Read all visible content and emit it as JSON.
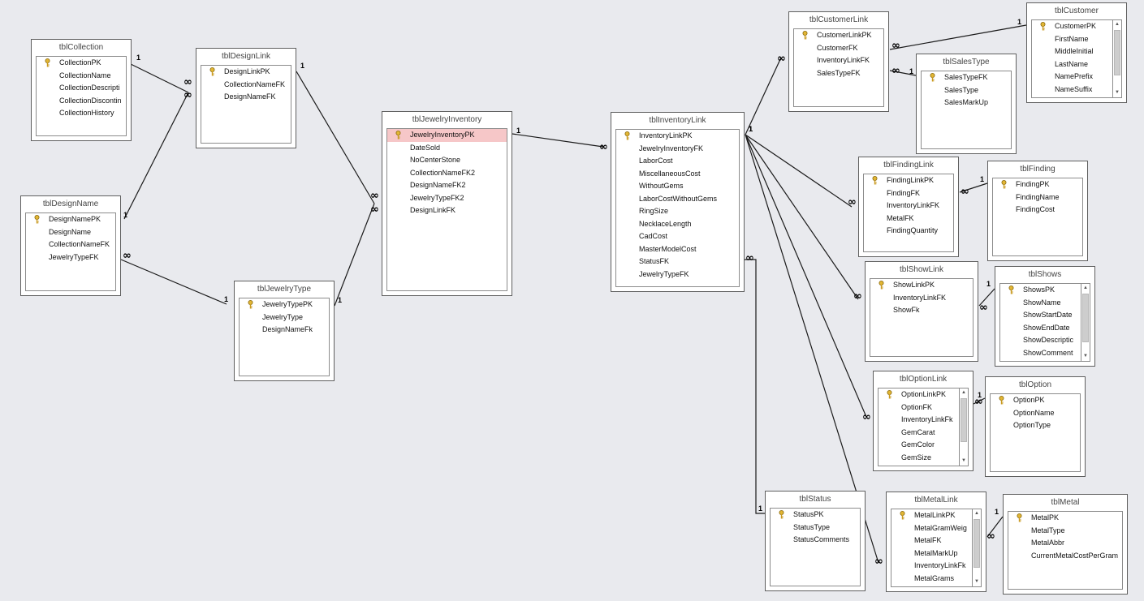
{
  "diagram": {
    "tables": [
      {
        "id": "tblCollection",
        "name": "tblCollection",
        "fields": [
          "CollectionPK",
          "CollectionName",
          "CollectionDescripti",
          "CollectionDiscontin",
          "CollectionHistory"
        ],
        "pk": [
          0
        ],
        "scroll": null
      },
      {
        "id": "tblDesignLink",
        "name": "tblDesignLink",
        "fields": [
          "DesignLinkPK",
          "CollectionNameFK",
          "DesignNameFK"
        ],
        "pk": [
          0
        ],
        "scroll": null
      },
      {
        "id": "tblDesignName",
        "name": "tblDesignName",
        "fields": [
          "DesignNamePK",
          "DesignName",
          "CollectionNameFK",
          "JewelryTypeFK"
        ],
        "pk": [
          0
        ],
        "scroll": null
      },
      {
        "id": "tblJewelryType",
        "name": "tblJewelryType",
        "fields": [
          "JewelryTypePK",
          "JewelryType",
          "DesignNameFk"
        ],
        "pk": [
          0
        ],
        "scroll": null
      },
      {
        "id": "tblJewelryInventory",
        "name": "tblJewelryInventory",
        "fields": [
          "JewelryInventoryPK",
          "DateSold",
          "NoCenterStone",
          "CollectionNameFK2",
          "DesignNameFK2",
          "JewelryTypeFK2",
          "DesignLinkFK"
        ],
        "pk": [
          0
        ],
        "selected": 0,
        "scroll": null
      },
      {
        "id": "tblInventoryLink",
        "name": "tblInventoryLink",
        "fields": [
          "InventoryLinkPK",
          "JewelryInventoryFK",
          "LaborCost",
          "MiscellaneousCost",
          "WithoutGems",
          "LaborCostWithoutGems",
          "RingSize",
          "NecklaceLength",
          "CadCost",
          "MasterModelCost",
          "StatusFK",
          "JewelryTypeFK"
        ],
        "pk": [
          0
        ],
        "scroll": null
      },
      {
        "id": "tblCustomerLink",
        "name": "tblCustomerLink",
        "fields": [
          "CustomerLinkPK",
          "CustomerFK",
          "InventoryLinkFK",
          "SalesTypeFK"
        ],
        "pk": [
          0
        ],
        "scroll": null
      },
      {
        "id": "tblCustomer",
        "name": "tblCustomer",
        "fields": [
          "CustomerPK",
          "FirstName",
          "MiddleInitial",
          "LastName",
          "NamePrefix",
          "NameSuffix"
        ],
        "pk": [
          0
        ],
        "scroll": {
          "pos": 0,
          "size": 0.75
        }
      },
      {
        "id": "tblSalesType",
        "name": "tblSalesType",
        "fields": [
          "SalesTypeFK",
          "SalesType",
          "SalesMarkUp"
        ],
        "pk": [
          0
        ],
        "scroll": null
      },
      {
        "id": "tblFindingLink",
        "name": "tblFindingLink",
        "fields": [
          "FindingLinkPK",
          "FindingFK",
          "InventoryLinkFK",
          "MetalFK",
          "FindingQuantity"
        ],
        "pk": [
          0
        ],
        "scroll": null
      },
      {
        "id": "tblFinding",
        "name": "tblFinding",
        "fields": [
          "FindingPK",
          "FindingName",
          "FindingCost"
        ],
        "pk": [
          0
        ],
        "scroll": null
      },
      {
        "id": "tblShowLink",
        "name": "tblShowLink",
        "fields": [
          "ShowLinkPK",
          "InventoryLinkFK",
          "ShowFk"
        ],
        "pk": [
          0
        ],
        "scroll": null
      },
      {
        "id": "tblShows",
        "name": "tblShows",
        "fields": [
          "ShowsPK",
          "ShowName",
          "ShowStartDate",
          "ShowEndDate",
          "ShowDescriptic",
          "ShowComment"
        ],
        "pk": [
          0
        ],
        "scroll": {
          "pos": 0,
          "size": 0.8
        }
      },
      {
        "id": "tblOptionLink",
        "name": "tblOptionLink",
        "fields": [
          "OptionLinkPK",
          "OptionFK",
          "InventoryLinkFk",
          "GemCarat",
          "GemColor",
          "GemSize"
        ],
        "pk": [
          0
        ],
        "scroll": {
          "pos": 0,
          "size": 0.72
        }
      },
      {
        "id": "tblOption",
        "name": "tblOption",
        "fields": [
          "OptionPK",
          "OptionName",
          "OptionType"
        ],
        "pk": [
          0
        ],
        "scroll": null
      },
      {
        "id": "tblStatus",
        "name": "tblStatus",
        "fields": [
          "StatusPK",
          "StatusType",
          "StatusComments"
        ],
        "pk": [
          0
        ],
        "scroll": null
      },
      {
        "id": "tblMetalLink",
        "name": "tblMetalLink",
        "fields": [
          "MetalLinkPK",
          "MetalGramWeig",
          "MetalFK",
          "MetalMarkUp",
          "InventoryLinkFk",
          "MetalGrams"
        ],
        "pk": [
          0
        ],
        "scroll": {
          "pos": 0,
          "size": 0.8
        }
      },
      {
        "id": "tblMetal",
        "name": "tblMetal",
        "fields": [
          "MetalPK",
          "MetalType",
          "MetalAbbr",
          "CurrentMetalCostPerGram"
        ],
        "pk": [
          0
        ],
        "scroll": null
      }
    ],
    "relationships": [
      {
        "from": "tblCollection",
        "to": "tblDesignLink",
        "one_label": "1",
        "many_label": "∞"
      },
      {
        "from": "tblDesignName",
        "to": "tblDesignLink",
        "one_label": "1",
        "many_label": "∞"
      },
      {
        "from": "tblDesignName",
        "to": "tblJewelryType",
        "one_label": "1",
        "many_label": "∞"
      },
      {
        "from": "tblDesignLink",
        "to": "tblJewelryInventory",
        "one_label": "1",
        "many_label": "∞"
      },
      {
        "from": "tblJewelryType",
        "to": "tblJewelryInventory",
        "one_label": "1",
        "many_label": "∞"
      },
      {
        "from": "tblJewelryInventory",
        "to": "tblInventoryLink",
        "one_label": "1",
        "many_label": "∞"
      },
      {
        "from": "tblInventoryLink",
        "to": "tblCustomerLink",
        "one_label": "1",
        "many_label": "∞"
      },
      {
        "from": "tblCustomer",
        "to": "tblCustomerLink",
        "one_label": "1",
        "many_label": "∞"
      },
      {
        "from": "tblSalesType",
        "to": "tblCustomerLink",
        "one_label": "1",
        "many_label": "∞"
      },
      {
        "from": "tblInventoryLink",
        "to": "tblFindingLink",
        "one_label": "1",
        "many_label": "∞"
      },
      {
        "from": "tblFinding",
        "to": "tblFindingLink",
        "one_label": "1",
        "many_label": "∞"
      },
      {
        "from": "tblInventoryLink",
        "to": "tblShowLink",
        "one_label": "1",
        "many_label": "∞"
      },
      {
        "from": "tblShows",
        "to": "tblShowLink",
        "one_label": "1",
        "many_label": "∞"
      },
      {
        "from": "tblInventoryLink",
        "to": "tblOptionLink",
        "one_label": "1",
        "many_label": "∞"
      },
      {
        "from": "tblOption",
        "to": "tblOptionLink",
        "one_label": "1",
        "many_label": "∞"
      },
      {
        "from": "tblInventoryLink",
        "to": "tblMetalLink",
        "one_label": "1",
        "many_label": "∞"
      },
      {
        "from": "tblMetal",
        "to": "tblMetalLink",
        "one_label": "1",
        "many_label": "∞"
      },
      {
        "from": "tblStatus",
        "to": "tblInventoryLink",
        "one_label": "1",
        "many_label": "∞"
      }
    ]
  }
}
